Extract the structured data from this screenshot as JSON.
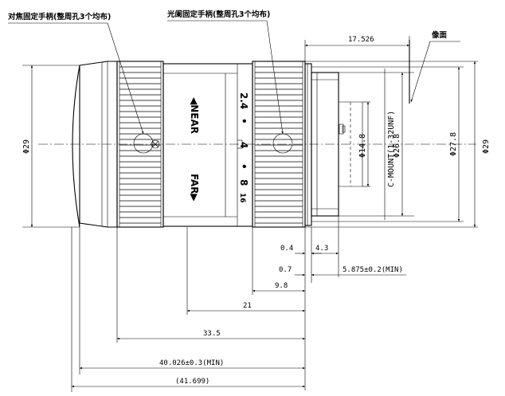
{
  "callouts": {
    "focus_screw": "对焦固定手柄(整周孔3个均布)",
    "iris_screw": "光阑固定手柄(整周孔3个均布)",
    "image_plane": "像面"
  },
  "markings": {
    "near": "◀NEAR",
    "far": "FAR▶",
    "aperture_scale": [
      "2.4",
      "•",
      "4",
      "•",
      "8",
      "16"
    ]
  },
  "dimensions": {
    "flange_to_image": "17.526",
    "front_diameter": "Φ29",
    "rear_diameter": "Φ29",
    "inner_diameter_1": "Φ27.8",
    "inner_diameter_2": "Φ26.8",
    "mount_thread": "C-MOUNT(1-32UNF)",
    "rear_diameter_small": "Φ14.8",
    "d_0_4": "0.4",
    "d_4_3": "4.3",
    "d_0_7": "0.7",
    "d_back": "5.875±0.2(MIN)",
    "d_9_8": "9.8",
    "d_21": "21",
    "d_33_5": "33.5",
    "d_total_min": "40.026±0.3(MIN)",
    "d_total_ref": "(41.699)"
  }
}
